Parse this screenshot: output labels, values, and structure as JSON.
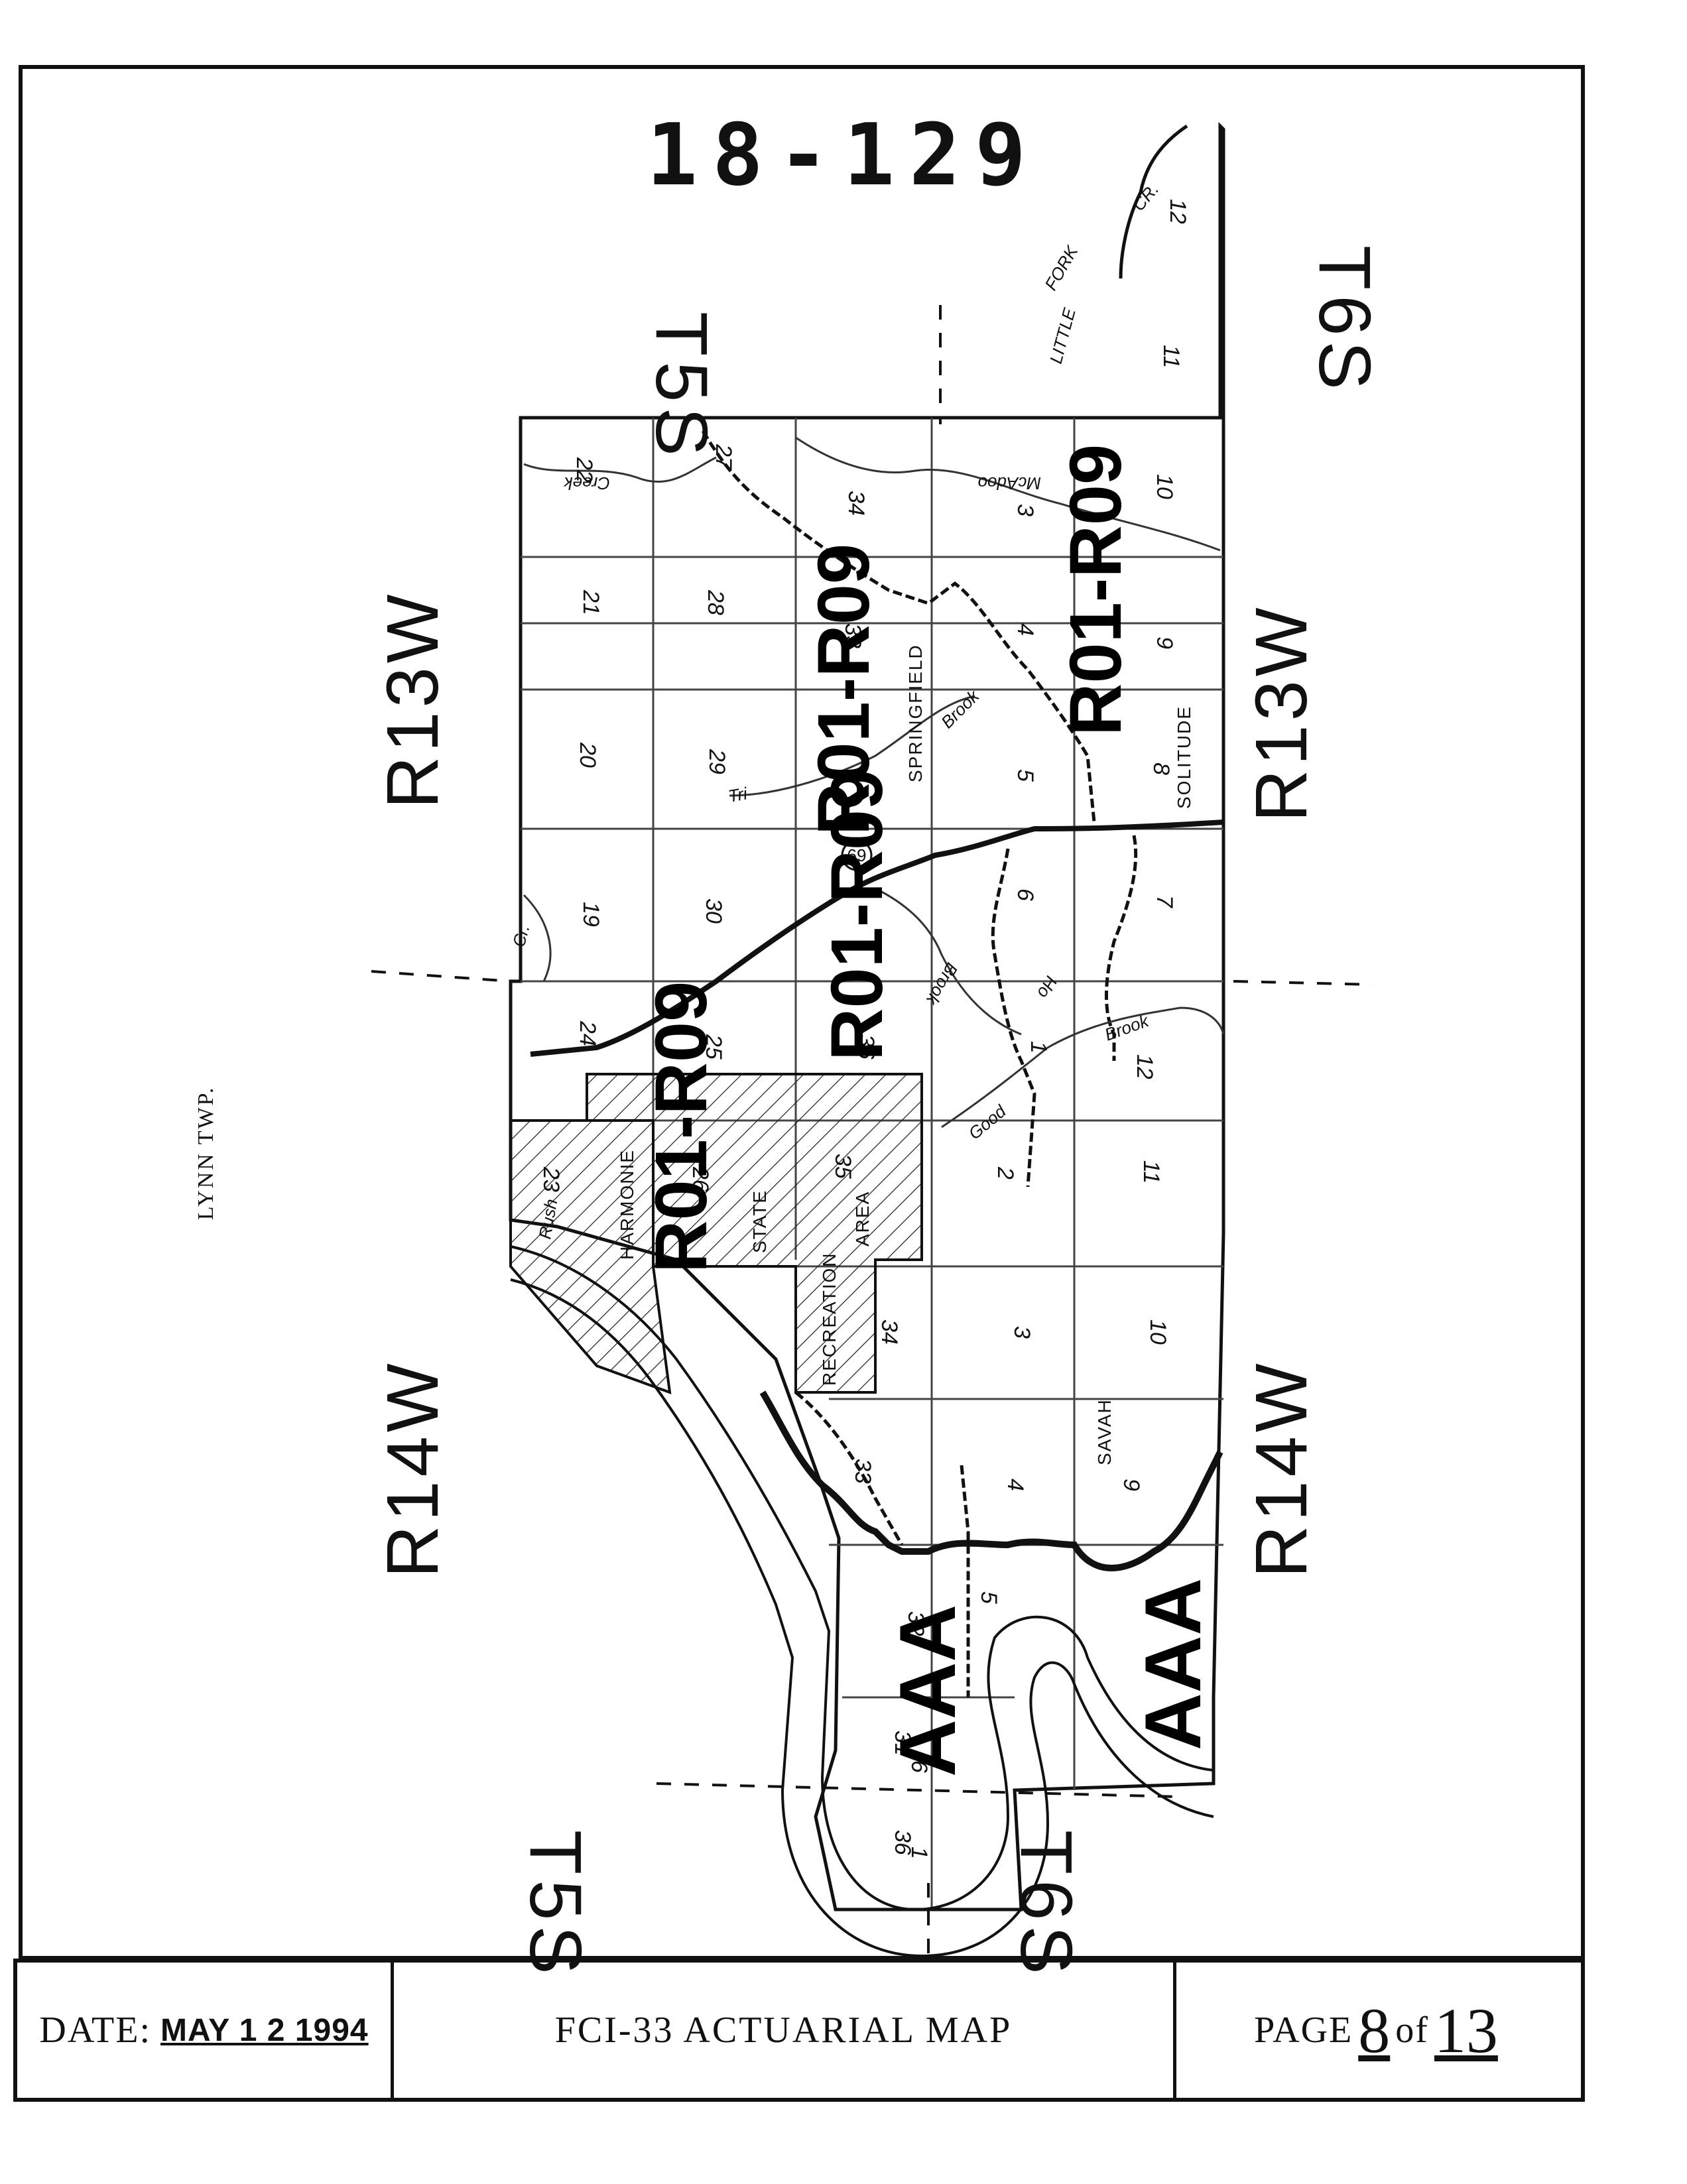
{
  "map": {
    "sheet_id": "18-129",
    "township_note": "LYNN TWP.",
    "margin_labels": {
      "top_left_township": "T5S",
      "top_right_township": "T6S",
      "bottom_left_township": "T5S",
      "bottom_right_township": "T6S",
      "upper_left_range": "R13W",
      "upper_right_range": "R13W",
      "lower_left_range": "R14W",
      "lower_right_range": "R14W"
    },
    "zone_labels": [
      "R01-R09",
      "R01-R09",
      "R01-R09",
      "R01-R09",
      "AAA",
      "AAA"
    ],
    "place_names": [
      "SPRINGFIELD",
      "SOLITUDE",
      "SAVAH",
      "HARMONIE",
      "STATE",
      "AREA",
      "RECREATION"
    ],
    "water_names": [
      "LITTLE",
      "FORK",
      "CR.",
      "Creek",
      "McAdoo",
      "Brook",
      "Tri",
      "Ho",
      "Brook",
      "Good",
      "Brook",
      "Rush",
      "Cr."
    ],
    "route_marker": "69",
    "section_numbers": [
      "22",
      "27",
      "34",
      "3",
      "10",
      "11",
      "12",
      "21",
      "28",
      "33",
      "4",
      "9",
      "20",
      "29",
      "5",
      "8",
      "19",
      "30",
      "6",
      "7",
      "24",
      "25",
      "36",
      "1",
      "12",
      "23",
      "26",
      "35",
      "2",
      "11",
      "34",
      "3",
      "10",
      "33",
      "4",
      "9",
      "32",
      "5",
      "31",
      "6",
      "36",
      "1"
    ]
  },
  "footer": {
    "date_label": "DATE:",
    "date_value": "MAY 1 2 1994",
    "title": "FCI-33 ACTUARIAL  MAP",
    "page_label": "PAGE",
    "page_number": "8",
    "page_of": "of",
    "page_total": "13"
  }
}
